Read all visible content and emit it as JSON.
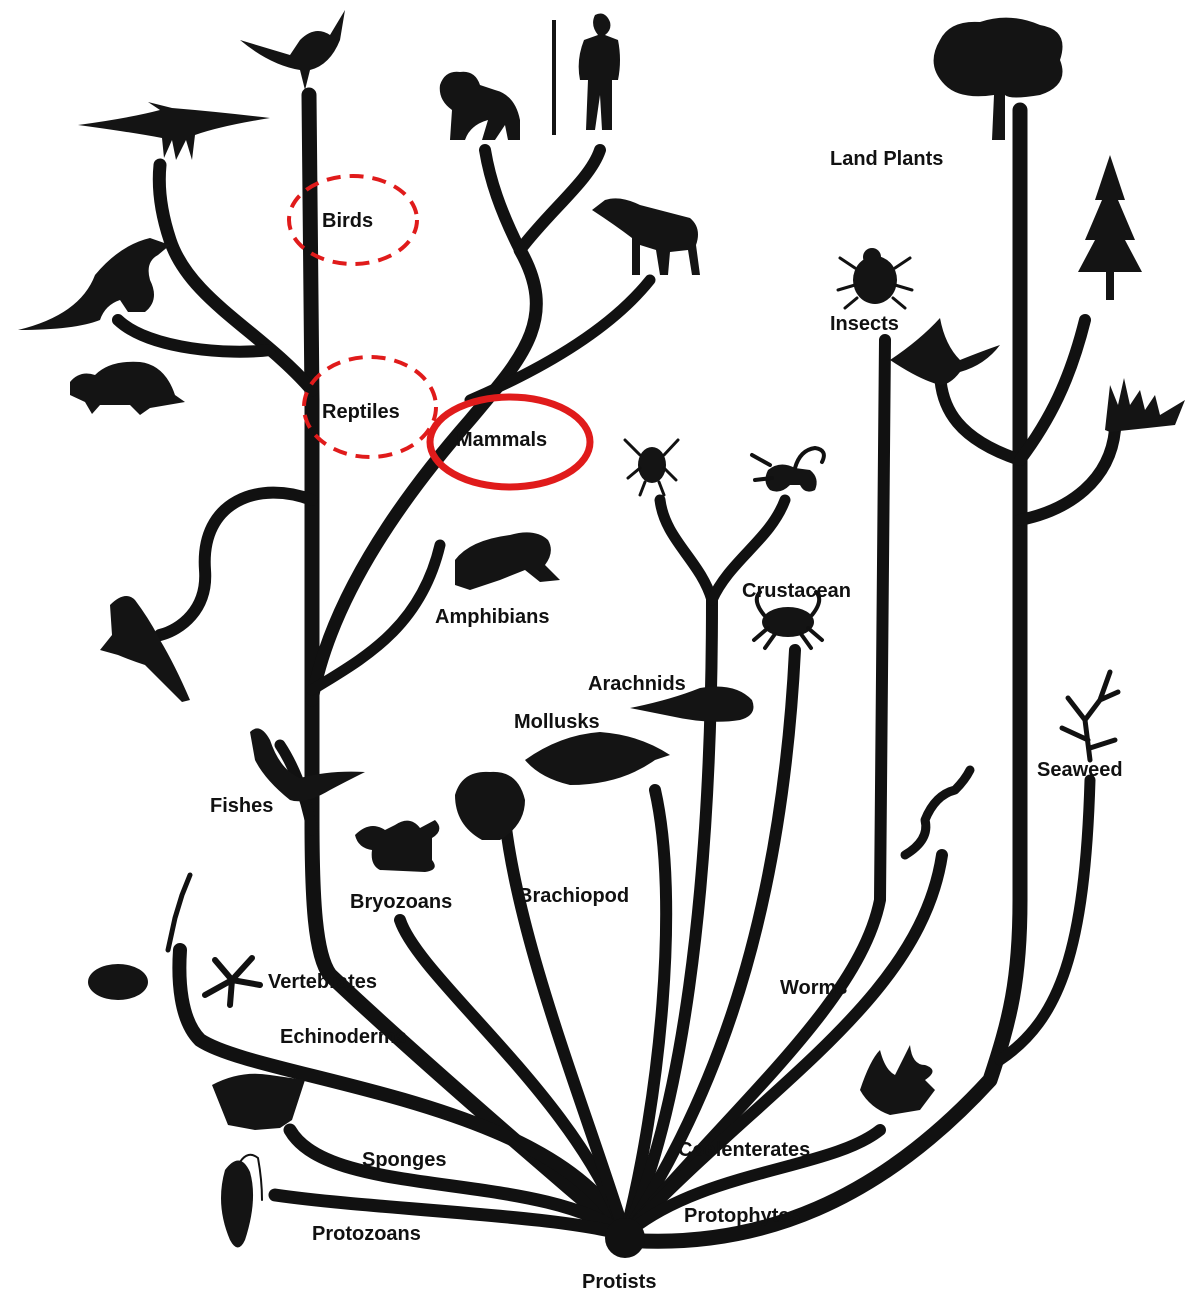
{
  "labels": {
    "land_plants": "Land Plants",
    "birds": "Birds",
    "insects": "Insects",
    "reptiles": "Reptiles",
    "mammals": "Mammals",
    "crustacean": "Crustacean",
    "amphibians": "Amphibians",
    "arachnids": "Arachnids",
    "mollusks": "Mollusks",
    "seaweed": "Seaweed",
    "fishes": "Fishes",
    "bryozoans": "Bryozoans",
    "brachiopod": "Brachiopod",
    "vertebrates": "Vertebrates",
    "worms": "Worms",
    "echinoderms": "Echinoderms",
    "coelenterates": "Coelenterates",
    "sponges": "Sponges",
    "protophytes": "Protophytes",
    "protozoans": "Protozoans",
    "protists": "Protists"
  },
  "highlights": {
    "color": "#e01b1b",
    "dashed_circles": [
      "Birds",
      "Reptiles"
    ],
    "solid_circle": "Mammals"
  },
  "silhouettes": [
    "bird-icon",
    "pterosaur-icon",
    "dinosaur-icon",
    "turtle-icon",
    "gorilla-icon",
    "human-icon",
    "zebra-icon",
    "oak-tree-icon",
    "pine-tree-icon",
    "beetle-icon",
    "fern-icon",
    "tick-icon",
    "scorpion-icon",
    "frog-icon",
    "crab-icon",
    "ichthyosaur-icon",
    "fish-icon",
    "squid-icon",
    "shell-icon",
    "scallop-icon",
    "bryozoan-icon",
    "seaweed-icon",
    "worm-icon",
    "sea-star-icon",
    "sea-urchin-icon",
    "feather-star-icon",
    "coral-icon",
    "sponge-icon",
    "protozoan-icon"
  ]
}
